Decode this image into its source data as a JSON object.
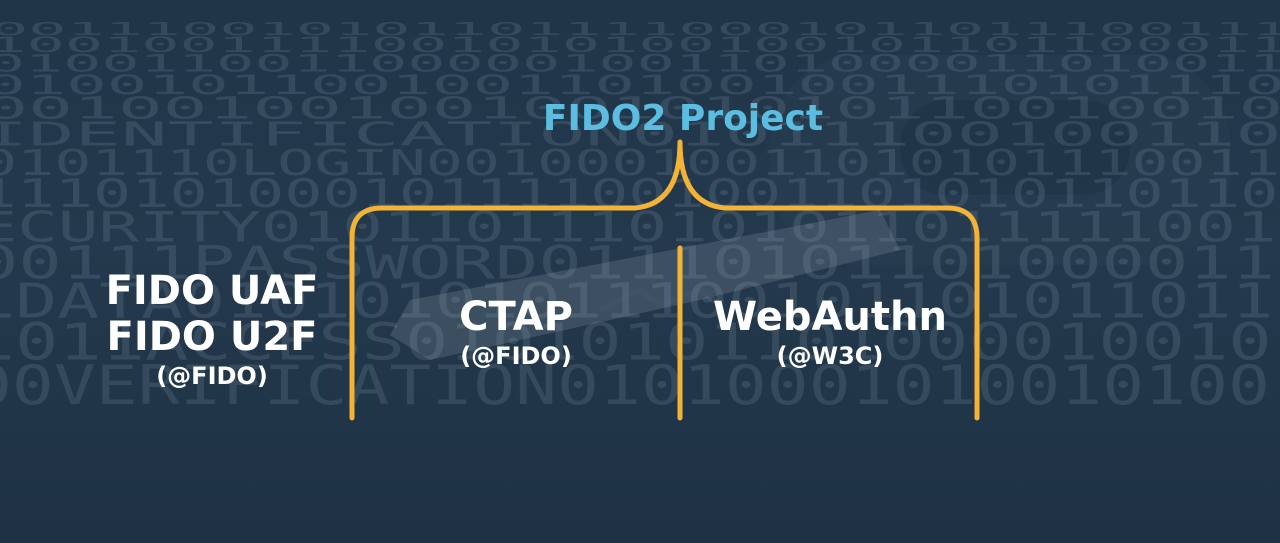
{
  "background": {
    "rows": [
      "0011100101011011110001011011100111",
      "1001001111001010100100101101100011",
      "0100110011000001001101000011010011",
      "01001011001001101001001110101110",
      "00100100100100101010110010010",
      "IDENTIFICATION01011100100110",
      "0101110LOGIN00100010011010101110011",
      "1110101000101111001001101010110110",
      "ECURITY0101101110101011011111001",
      "00111PASSWORD01110101101000011",
      "1DATA01010101011100101101011011",
      "1011ACCESS01010101101000010010",
      "00VERIFICATION01010001010010100"
    ]
  },
  "colors": {
    "title": "#5bbde0",
    "bracket": "#f2b336",
    "text": "#ffffff"
  },
  "diagram": {
    "title": "FIDO2 Project",
    "left": {
      "line1": "FIDO UAF",
      "line2": "FIDO U2F",
      "org": "(@FIDO)"
    },
    "ctap": {
      "name": "CTAP",
      "org": "(@FIDO)"
    },
    "webauthn": {
      "name": "WebAuthn",
      "org": "(@W3C)"
    }
  }
}
